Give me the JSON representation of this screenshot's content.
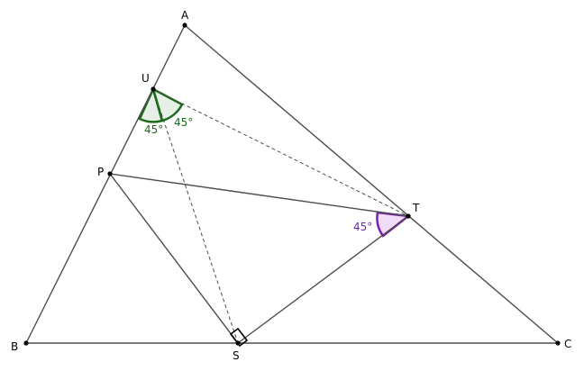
{
  "colors": {
    "segment": "#4d4d4d",
    "point": "#000000",
    "angle_green": "#1e6b1e",
    "angle_green_fill": "#e6efe6",
    "angle_purple": "#7a1fb5",
    "angle_purple_fill": "#f1dcf8",
    "right_angle": "#000000"
  },
  "points": {
    "A": "A",
    "B": "B",
    "C": "C",
    "P": "P",
    "S": "S",
    "T": "T",
    "U": "U"
  },
  "angles": {
    "u_left": "45°",
    "u_right": "45°",
    "t": "45°"
  }
}
